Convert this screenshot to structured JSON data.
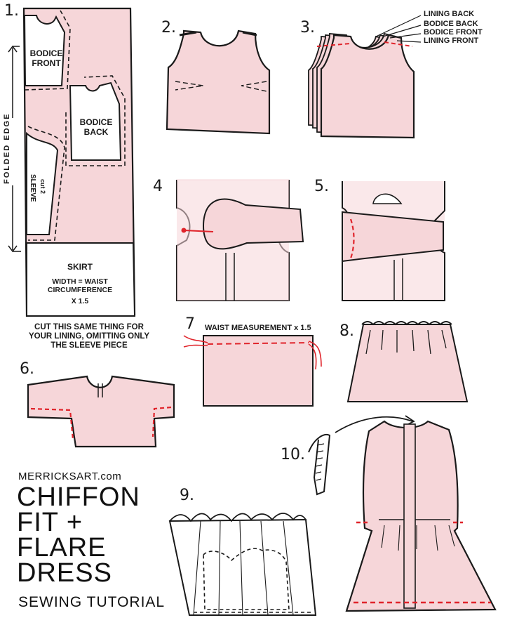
{
  "pattern_layout": {
    "step": "1.",
    "pieces": {
      "bodice_front": [
        "BODICE",
        "FRONT"
      ],
      "bodice_back": [
        "BODICE",
        "BACK"
      ],
      "sleeve": [
        "SLEEVE",
        "cut 2"
      ],
      "skirt": "SKIRT",
      "skirt_width": [
        "WIDTH = WAIST",
        "CIRCUMFERENCE",
        "X 1.5"
      ]
    },
    "folded_edge": "FOLDED EDGE"
  },
  "lining_note": [
    "CUT THIS SAME THING FOR",
    "YOUR LINING, OMITTING ONLY",
    "THE SLEEVE PIECE"
  ],
  "step_labels": {
    "s2": "2.",
    "s3": "3.",
    "s4": "4",
    "s5": "5.",
    "s6": "6.",
    "s7": "7",
    "s8": "8.",
    "s9": "9.",
    "s10": "10."
  },
  "layers_legend": [
    "LINING BACK",
    "BODICE BACK",
    "BODICE FRONT",
    "LINING FRONT"
  ],
  "waist_label": "WAIST MEASUREMENT x 1.5",
  "brand": {
    "site": "MERRICKSART.com",
    "title_lines": [
      "CHIFFON",
      "FIT +",
      "FLARE",
      "DRESS"
    ],
    "subtitle": "SEWING TUTORIAL"
  },
  "colors": {
    "fabric": "#f6d6d9",
    "ink": "#1a1a1a",
    "stitch_red": "#e0242b"
  }
}
